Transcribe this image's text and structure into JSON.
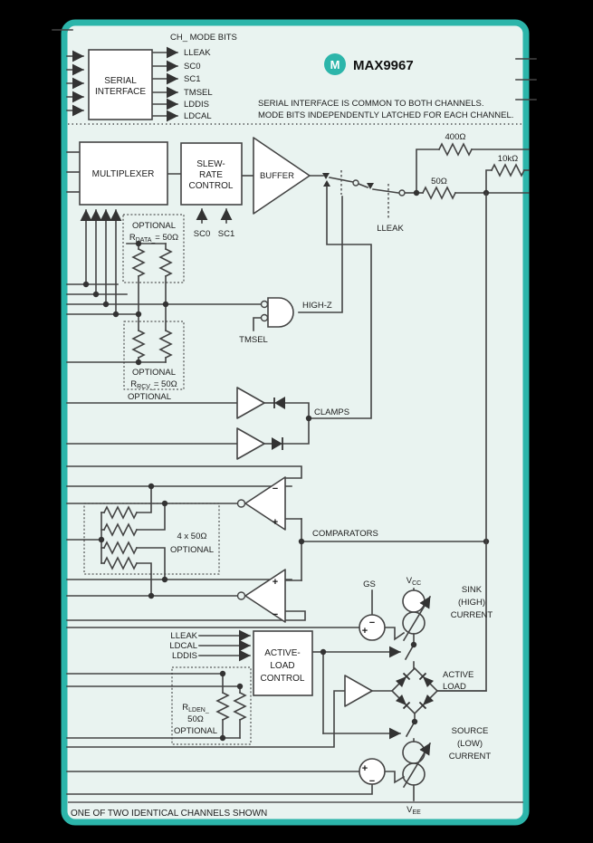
{
  "header": {
    "mode_bits_title": "CH_ MODE BITS",
    "brand": "MAX9967",
    "logo_letter": "M",
    "note_line1": "SERIAL INTERFACE IS COMMON TO BOTH CHANNELS.",
    "note_line2": "MODE BITS INDEPENDENTLY LATCHED FOR EACH CHANNEL."
  },
  "serial_interface": {
    "label_line1": "SERIAL",
    "label_line2": "INTERFACE",
    "outputs": [
      "LLEAK",
      "SC0",
      "SC1",
      "TMSEL",
      "LDDIS",
      "LDCAL"
    ]
  },
  "driver_path": {
    "multiplexer": "MULTIPLEXER",
    "slew_line1": "SLEW-",
    "slew_line2": "RATE",
    "slew_line3": "CONTROL",
    "buffer": "BUFFER",
    "sc0": "SC0",
    "sc1": "SC1",
    "r400": "400Ω",
    "r50": "50Ω",
    "r10k": "10kΩ",
    "lleak_switch": "LLEAK"
  },
  "terminations": {
    "rdata_optional": "OPTIONAL",
    "rdata_pre": "R",
    "rdata_sub": "DATA_",
    "rdata_post": "= 50Ω",
    "rrcv_optional": "OPTIONAL",
    "rrcv_pre": "R",
    "rrcv_sub": "RCV_",
    "rrcv_post": "= 50Ω",
    "clamp_optional": "OPTIONAL"
  },
  "highz": {
    "label": "HIGH-Z",
    "tmsel": "TMSEL"
  },
  "clamps": {
    "label": "CLAMPS"
  },
  "comparators": {
    "label": "COMPARATORS",
    "box_line1": "4 x 50Ω",
    "box_line2": "OPTIONAL"
  },
  "sym": {
    "plus": "+",
    "minus": "−"
  },
  "active_load": {
    "block_line1": "ACTIVE-",
    "block_line2": "LOAD",
    "block_line3": "CONTROL",
    "inputs": [
      "LLEAK",
      "LDCAL",
      "LDDIS"
    ],
    "rlden_pre": "R",
    "rlden_sub": "LDEN_",
    "rlden_line2": "50Ω",
    "rlden_line3": "OPTIONAL",
    "gs": "GS",
    "vcc_pre": "V",
    "vcc_sub": "CC",
    "vee_pre": "V",
    "vee_sub": "EE",
    "sink_line1": "SINK",
    "sink_line2": "(HIGH)",
    "sink_line3": "CURRENT",
    "bridge_line1": "ACTIVE",
    "bridge_line2": "LOAD",
    "source_line1": "SOURCE",
    "source_line2": "(LOW)",
    "source_line3": "CURRENT"
  },
  "footer": {
    "caption": "ONE OF TWO IDENTICAL CHANNELS SHOWN"
  },
  "colors": {
    "teal": "#2cb5aa",
    "panel": "#e9f3f0",
    "line": "#444444",
    "background": "#000000"
  }
}
